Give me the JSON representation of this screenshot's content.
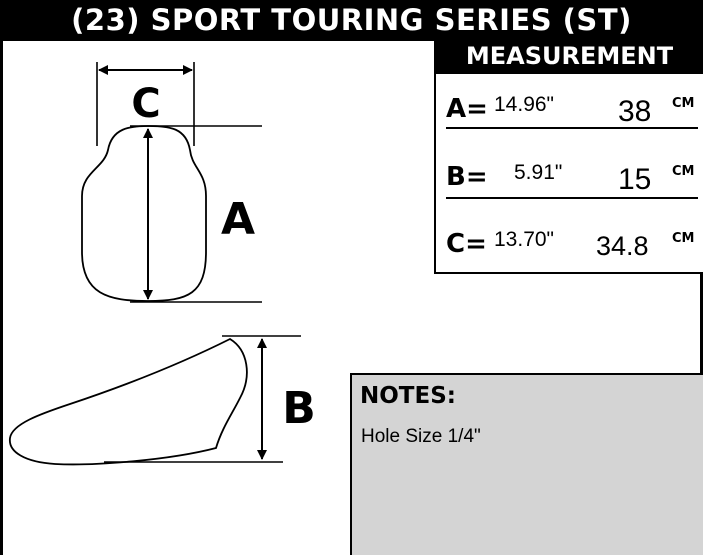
{
  "title": "(23) SPORT TOURING SERIES  (ST)",
  "measurement": {
    "header": "MEASUREMENT",
    "rows": [
      {
        "label": "A=",
        "inches": "14.96\"",
        "cm": "38",
        "unit": "CM"
      },
      {
        "label": "B=",
        "inches": "5.91\"",
        "cm": "15",
        "unit": "CM"
      },
      {
        "label": "C=",
        "inches": "13.70\"",
        "cm": "34.8",
        "unit": "CM"
      }
    ]
  },
  "notes": {
    "title": "NOTES:",
    "text": "Hole Size 1/4\""
  },
  "diagram": {
    "label_a": "A",
    "label_b": "B",
    "label_c": "C"
  }
}
